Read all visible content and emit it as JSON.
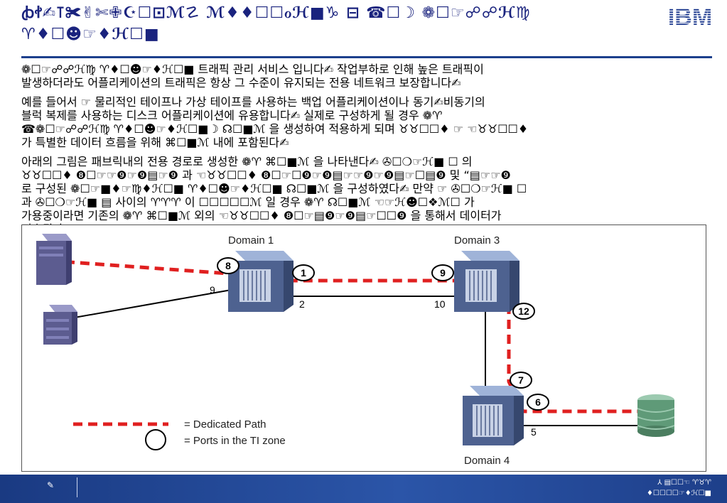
{
  "slide": {
    "title_line1": "ꞗꬷ✍⊺✀✌✄✙☪☐⊡ℳ☡ ℳ♦♦☐☐ℴℋ■♑ ⊟ ☎☐☽ ❁☐☞☍☍ℋ♍",
    "title_line2": "♈♦☐☻☞♦ℋ☐■"
  },
  "logo": {
    "text": "IBM"
  },
  "paragraphs": [
    "❁☐☞☍☍ℋ♍ ♈♦☐☻☞♦ℋ☐■ 트래픽 관리 서비스 입니다✍ 작업부하로 인해 높은 트래픽이\n발생하더라도 어플리케이션의 트래픽은 항상 그 수준이 유지되는 전용 네트워크 보장합니다✍",
    "예를 들어서 ☞ 물리적인 테이프나 가상 테이프를 사용하는 백업 어플리케이션이나 동기✍비동기의\n블럭 복제를 사용하는 디스크 어플리케이션에 유용합니다✍ 실제로 구성하게 될 경우 ❁♈\n☎❁☐☞☍☍ℋ♍ ♈♦☐☻☞♦ℋ☐■☽ ☊☐■ℳ 을 생성하여 적용하게 되며 ♉♉☐☐♦ ☞ ☜♉♉☐☐♦\n가 특별한 데이터 흐름을 위해 ⌘☐■ℳ 내에 포함된다✍",
    "아래의 그림은 패브릭내의 전용 경로로 생성한 ❁♈ ⌘☐■ℳ 을 나타낸다✍ ✇☐❍☞ℋ■ ☐ 의\n♉♉☐☐♦ ❽☐☞☞❾☞❾▤☞❾ 과 ☜♉♉☐☐♦ ❽☐☞☐❾☞❾▤☞☞❾☞❾▤☞☐▤❾ 및 “▤☞☞❾\n로 구성된 ❁☐☞■♦☞♍♦ℋ☐■ ♈♦☐☻☞♦ℋ☐■ ☊☐■ℳ 을 구성하였다✍ 만약 ☞ ✇☐❍☞ℋ■ ☐\n과 ✇☐❍☞ℋ■ ▤ 사이의 ♈♈♈ 이 ☐☐☐☐☐ℳ 일 경우 ❁♈ ☊☐■ℳ ☜☞ℋ☻☐❖ℳ☐ 가\n가용중이라면 기존의 ❁♈ ⌘☐■ℳ 외의 ☜♉♉☐☐♦ ❽☐☞▤❾☞❾▤☞☐☐❾ 을 통해서 데이터가\n전송된다✍"
  ],
  "diagram": {
    "domains": [
      {
        "id": "d1",
        "label": "Domain 1"
      },
      {
        "id": "d3",
        "label": "Domain 3"
      },
      {
        "id": "d4",
        "label": "Domain 4"
      }
    ],
    "ports": [
      {
        "id": "p8",
        "num": "8"
      },
      {
        "id": "p1",
        "num": "1"
      },
      {
        "id": "p9",
        "num": "9"
      },
      {
        "id": "p12",
        "num": "12"
      },
      {
        "id": "p7",
        "num": "7"
      },
      {
        "id": "p6",
        "num": "6"
      }
    ],
    "plain_port_labels": [
      {
        "id": "l9",
        "text": "9"
      },
      {
        "id": "l2",
        "text": "2"
      },
      {
        "id": "l10",
        "text": "10"
      },
      {
        "id": "l5",
        "text": "5"
      }
    ],
    "legend": {
      "dedicated": "= Dedicated Path",
      "ports": "= Ports in the TI zone"
    },
    "colors": {
      "dedicated": "#e02020",
      "switch": "#5a7098",
      "host": "#6a6a9c",
      "storage": "#5f9a78"
    }
  },
  "footer": {
    "page": "✎",
    "right_line1": "⅄ ▤☐☐☜ ♈♉♈",
    "right_line2": "♦☐☐☐☐☞♦ℋ☐■"
  }
}
